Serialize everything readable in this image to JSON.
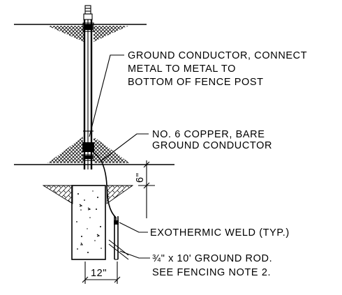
{
  "callouts": {
    "ground_conductor": [
      "GROUND CONDUCTOR, CONNECT",
      "METAL TO METAL TO",
      "BOTTOM OF FENCE POST"
    ],
    "copper": [
      "NO. 6 COPPER,  BARE",
      "GROUND CONDUCTOR"
    ],
    "weld": "EXOTHERMIC WELD (TYP.)",
    "rod": [
      "¾\" x 10' GROUND ROD.",
      "SEE FENCING NOTE 2."
    ]
  },
  "dimensions": {
    "depth": "6\"",
    "width": "12\""
  }
}
